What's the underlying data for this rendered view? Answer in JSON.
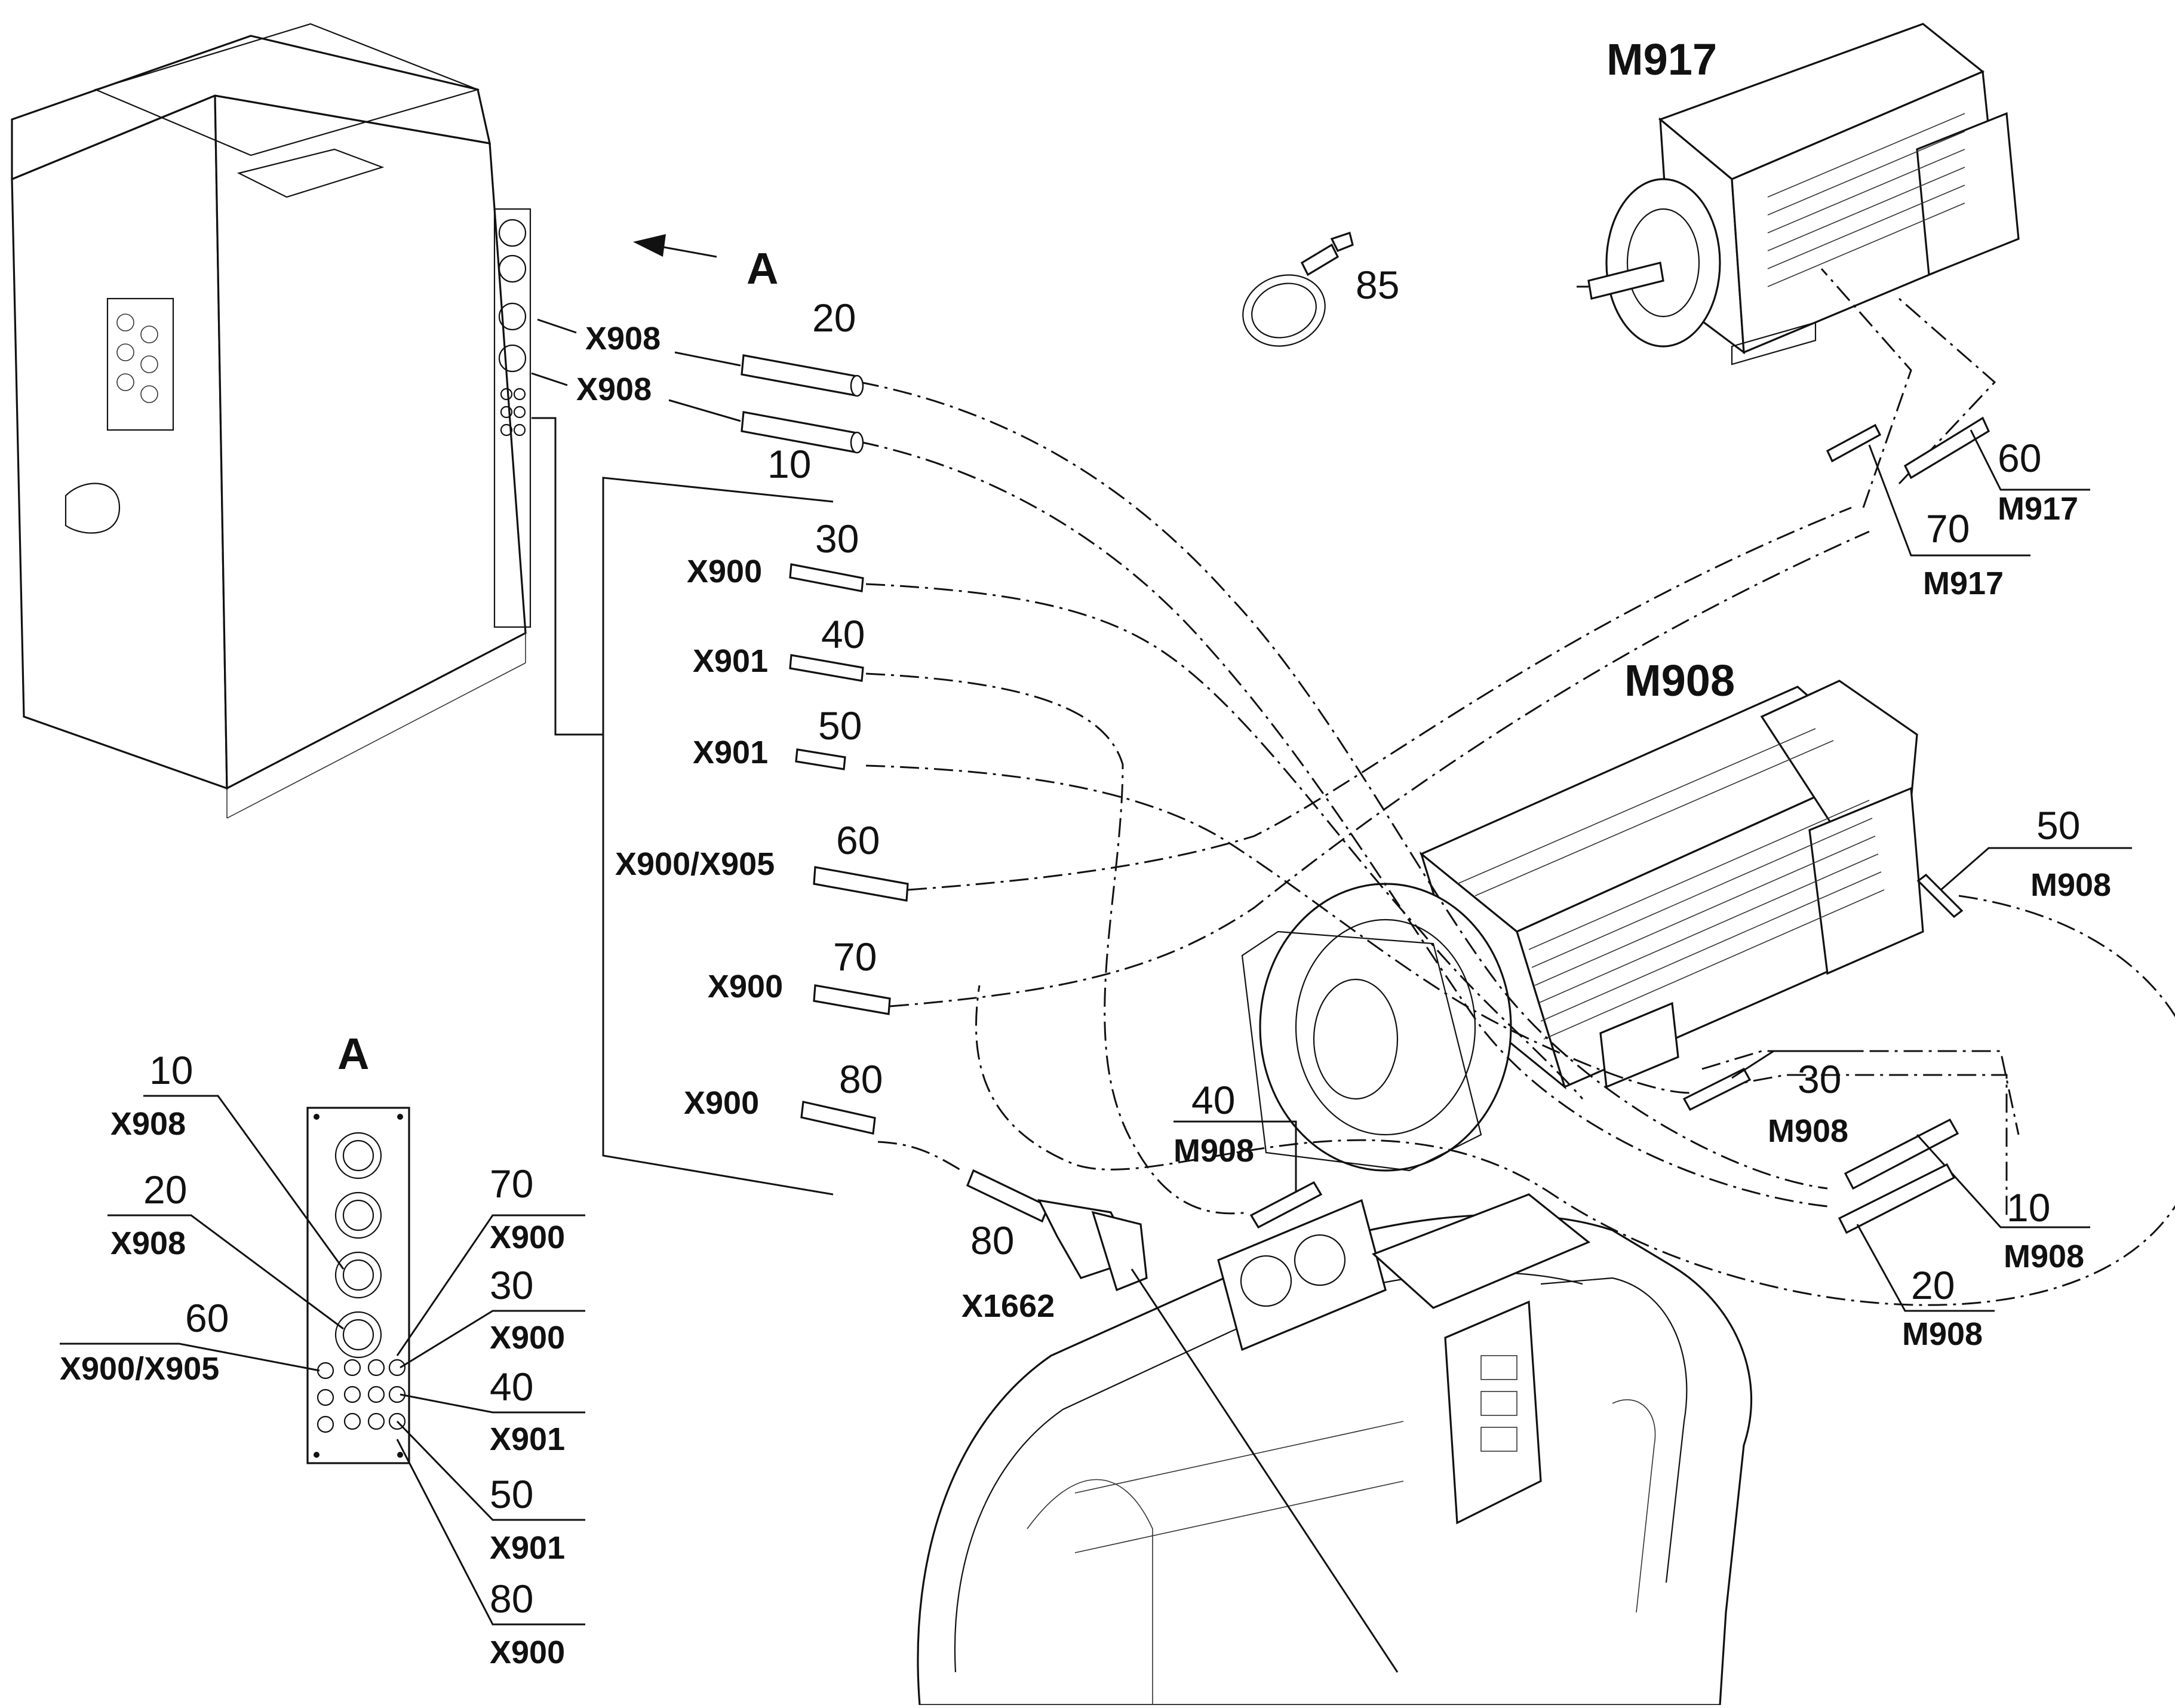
{
  "view_label": "A",
  "view_arrow_label": "A",
  "tie_number": "85",
  "left_labels": [
    {
      "id": "x908a",
      "number": "20",
      "code": "X908"
    },
    {
      "id": "x908b",
      "number": "10",
      "code": "X908"
    },
    {
      "id": "x900a",
      "number": "30",
      "code": "X900"
    },
    {
      "id": "x901a",
      "number": "40",
      "code": "X901"
    },
    {
      "id": "x901b",
      "number": "50",
      "code": "X901"
    },
    {
      "id": "x900905",
      "number": "60",
      "code": "X900/X905"
    },
    {
      "id": "x900b",
      "number": "70",
      "code": "X900"
    },
    {
      "id": "x900c",
      "number": "80",
      "code": "X900"
    }
  ],
  "plug": {
    "number": "80",
    "code": "X1662"
  },
  "motors": {
    "m917": {
      "title": "M917",
      "ends": [
        {
          "number": "60",
          "code": "M917"
        },
        {
          "number": "70",
          "code": "M917"
        }
      ]
    },
    "m908": {
      "title": "M908",
      "ends": [
        {
          "number": "50",
          "code": "M908"
        },
        {
          "number": "30",
          "code": "M908"
        },
        {
          "number": "40",
          "code": "M908"
        },
        {
          "number": "10",
          "code": "M908"
        },
        {
          "number": "20",
          "code": "M908"
        }
      ]
    }
  },
  "detail_a": [
    {
      "number": "10",
      "code": "X908"
    },
    {
      "number": "20",
      "code": "X908"
    },
    {
      "number": "60",
      "code": "X900/X905"
    },
    {
      "number": "70",
      "code": "X900"
    },
    {
      "number": "30",
      "code": "X900"
    },
    {
      "number": "40",
      "code": "X901"
    },
    {
      "number": "50",
      "code": "X901"
    },
    {
      "number": "80",
      "code": "X900"
    }
  ]
}
